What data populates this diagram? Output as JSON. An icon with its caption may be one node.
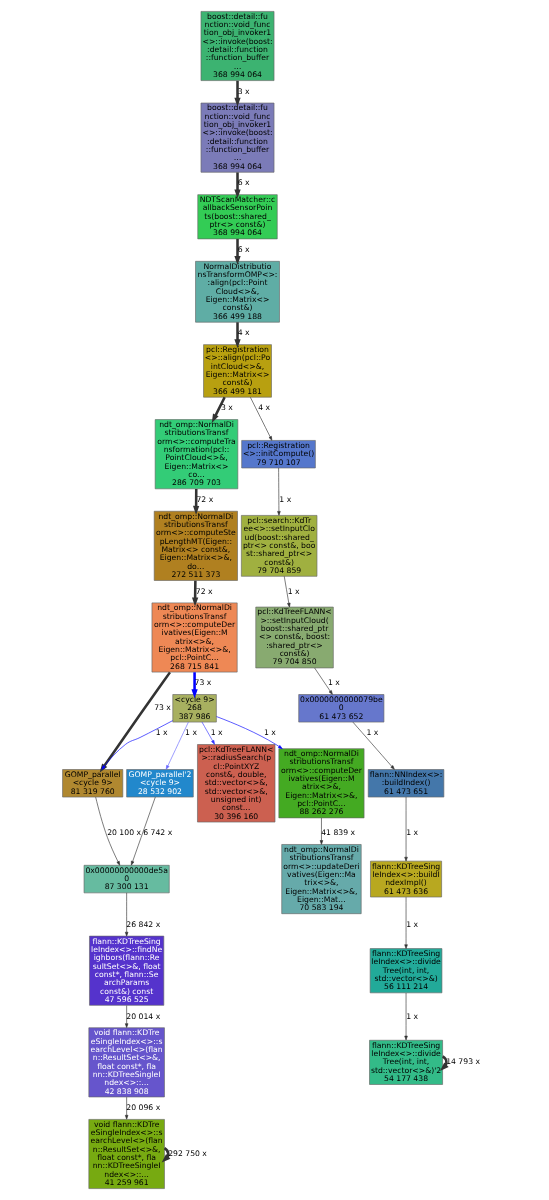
{
  "diagram": {
    "nodes": [
      {
        "text": [
          "boost::detail::function::void_function_obj_invoker1<>::invoke(boost::detail::function::function_buffer…",
          "368 994 064"
        ]
      },
      {
        "text": [
          "boost::detail::function::void_function_obj_invoker1<>::invoke(boost::detail::function::function_buffer…",
          "368 994 064"
        ]
      },
      {
        "text": [
          "NDTScanMatcher::callbackSensorPoints(boost::shared_ptr<> const&)",
          "368 994 064"
        ]
      },
      {
        "text": [
          "NormalDistributionsTransformOMP<>::align(pcl::PointCloud<>&, Eigen::Matrix<> const&)",
          "366 499 188"
        ]
      },
      {
        "text": [
          "pcl::Registration<>::align(pcl::PointCloud<>&, Eigen::Matrix<> const&)",
          "366 499 181"
        ]
      },
      {
        "text": [
          "ndt_omp::NormalDistributionsTransform<>::computeTransformation(pcl::PointCloud<>&, Eigen::Matrix<> co…",
          "286 709 703"
        ]
      },
      {
        "text": [
          "pcl::Registration<>::initCompute()",
          "79 710 107"
        ]
      },
      {
        "text": [
          "ndt_omp::NormalDistributionsTransform<>::computeStepLengthMT(Eigen::Matrix<> const&, Eigen::Matrix<>&, do…",
          "272 511 373"
        ]
      },
      {
        "text": [
          "pcl::search::KdTree<>::setInputCloud(boost::shared_ptr<> const&, boost::shared_ptr<> const&)",
          "79 704 859"
        ]
      },
      {
        "text": [
          "ndt_omp::NormalDistributionsTransform<>::computeDerivatives(Eigen::Matrix<>&, Eigen::Matrix<>&, pcl::PointC…",
          "268 715 841"
        ]
      },
      {
        "text": [
          "pcl::KdTreeFLANN<>::setInputCloud(boost::shared_ptr<> const&, boost::shared_ptr<> const&)",
          "79 704 850"
        ]
      },
      {
        "text": [
          "<cycle 9>",
          "268",
          "387 986"
        ]
      },
      {
        "text": [
          "0x0000000000079be0",
          "61 473 652"
        ]
      },
      {
        "text": [
          "GOMP_parallel <cycle 9>",
          "81 319 760"
        ]
      },
      {
        "text": [
          "pcl::KdTreeFLANN<>::radiusSearch(pcl::PointXYZ const&, double, std::vector<>&, std::vector<>&, unsigned int) const…",
          "30 396 160"
        ]
      },
      {
        "text": [
          "GOMP_parallel'2 <cycle 9>",
          "28 532 902"
        ]
      },
      {
        "text": [
          "ndt_omp::NormalDistributionsTransform<>::computeDerivatives(Eigen::Matrix<>&, Eigen::Matrix<>&, pcl::PointC…",
          "88 262 276"
        ]
      },
      {
        "text": [
          "flann::NNIndex<>::buildIndex()",
          "61 473 651"
        ]
      },
      {
        "text": [
          "0x00000000000de5a0",
          "87 300 131"
        ]
      },
      {
        "text": [
          "ndt_omp::NormalDistributionsTransform<>::updateDerivatives(Eigen::Matrix<>&, Eigen::Matrix<>&, Eigen::Mat…",
          "70 583 194"
        ]
      },
      {
        "text": [
          "flann::KDTreeSingleIndex<>::buildIndexImpl()",
          "61 473 636"
        ]
      },
      {
        "text": [
          "flann::KDTreeSingleIndex<>::findNeighbors(flann::ResultSet<>&, float const*, flann::SearchParams const&) const",
          "47 596 525"
        ]
      },
      {
        "text": [
          "flann::KDTreeSingleIndex<>::divideTree(int, int, std::vector<>&)",
          "56 111 214"
        ]
      },
      {
        "text": [
          "void flann::KDTreeSingleIndex<>::searchLevel<>(flann::ResultSet<>&, float const*, flann::KDTreeSingleIndex<>::…",
          "42 838 908"
        ]
      },
      {
        "text": [
          "flann::KDTreeSingleIndex<>::divideTree(int, int, std::vector<>&)'2",
          "54 177 438"
        ]
      },
      {
        "text": [
          "void flann::KDTreeSingleIndex<>::searchLevel<>(flann::ResultSet<>&, float const*, flann::KDTreeSingleIndex<>::…",
          "41 259 961"
        ]
      }
    ],
    "edges": [
      {
        "from": 0,
        "to": 1,
        "arrow": "to",
        "label": "3 x",
        "style": "thick"
      },
      {
        "from": 1,
        "to": 2,
        "arrow": "to",
        "label": "6 x",
        "style": "thick"
      },
      {
        "from": 2,
        "to": 3,
        "arrow": "to",
        "label": "6 x",
        "style": "thick"
      },
      {
        "from": 3,
        "to": 4,
        "arrow": "to",
        "label": "4 x",
        "style": "thick"
      },
      {
        "from": 4,
        "to": 5,
        "arrow": "to",
        "label": "3 x",
        "style": "thick"
      },
      {
        "from": 4,
        "to": 6,
        "arrow": "to",
        "label": "4 x"
      },
      {
        "from": 5,
        "to": 7,
        "arrow": "to",
        "label": "72 x",
        "style": "thick"
      },
      {
        "from": 6,
        "to": 8,
        "arrow": "to",
        "label": "1 x"
      },
      {
        "from": 7,
        "to": 9,
        "arrow": "to",
        "label": "72 x",
        "style": "thick"
      },
      {
        "from": 8,
        "to": 10,
        "arrow": "to",
        "label": "1 x"
      },
      {
        "from": 9,
        "to": 11,
        "arrow": "to",
        "label": "73 x",
        "style": "thick",
        "color": "#0000ff"
      },
      {
        "from": 9,
        "to": 13,
        "arrow": "to",
        "label": "73 x",
        "style": "thick"
      },
      {
        "from": 10,
        "to": 12,
        "arrow": "to",
        "label": "1 x"
      },
      {
        "from": 11,
        "to": 13,
        "arrow": "to",
        "label": "1 x",
        "color": "#0000ff"
      },
      {
        "from": 11,
        "to": 14,
        "arrow": "to",
        "label": "1 x",
        "color": "#3333ff"
      },
      {
        "from": 11,
        "to": 15,
        "arrow": "to",
        "label": "1 x",
        "color": "#6666ff"
      },
      {
        "from": 11,
        "to": 16,
        "arrow": "to",
        "label": "1 x",
        "color": "#0000ff"
      },
      {
        "from": 12,
        "to": 17,
        "arrow": "to",
        "label": "1 x"
      },
      {
        "from": 13,
        "to": 18,
        "arrow": "to",
        "label": "20 100 x"
      },
      {
        "from": 15,
        "to": 18,
        "arrow": "to",
        "label": "6 742 x"
      },
      {
        "from": 16,
        "to": 19,
        "arrow": "to",
        "label": "41 839 x"
      },
      {
        "from": 17,
        "to": 20,
        "arrow": "to",
        "label": "1 x"
      },
      {
        "from": 18,
        "to": 21,
        "arrow": "to",
        "label": "26 842 x"
      },
      {
        "from": 20,
        "to": 22,
        "arrow": "to",
        "label": "1 x"
      },
      {
        "from": 21,
        "to": 23,
        "arrow": "to",
        "label": "20 014 x"
      },
      {
        "from": 22,
        "to": 24,
        "arrow": "to",
        "label": "1 x"
      },
      {
        "from": 23,
        "to": 25,
        "arrow": "to",
        "label": "20 096 x"
      },
      {
        "from": 25,
        "to": 25,
        "arrow": "to",
        "label": "292 750 x",
        "style": "thick"
      },
      {
        "from": 24,
        "to": 24,
        "arrow": "to",
        "label": "14 793 x",
        "style": "thick"
      }
    ]
  }
}
